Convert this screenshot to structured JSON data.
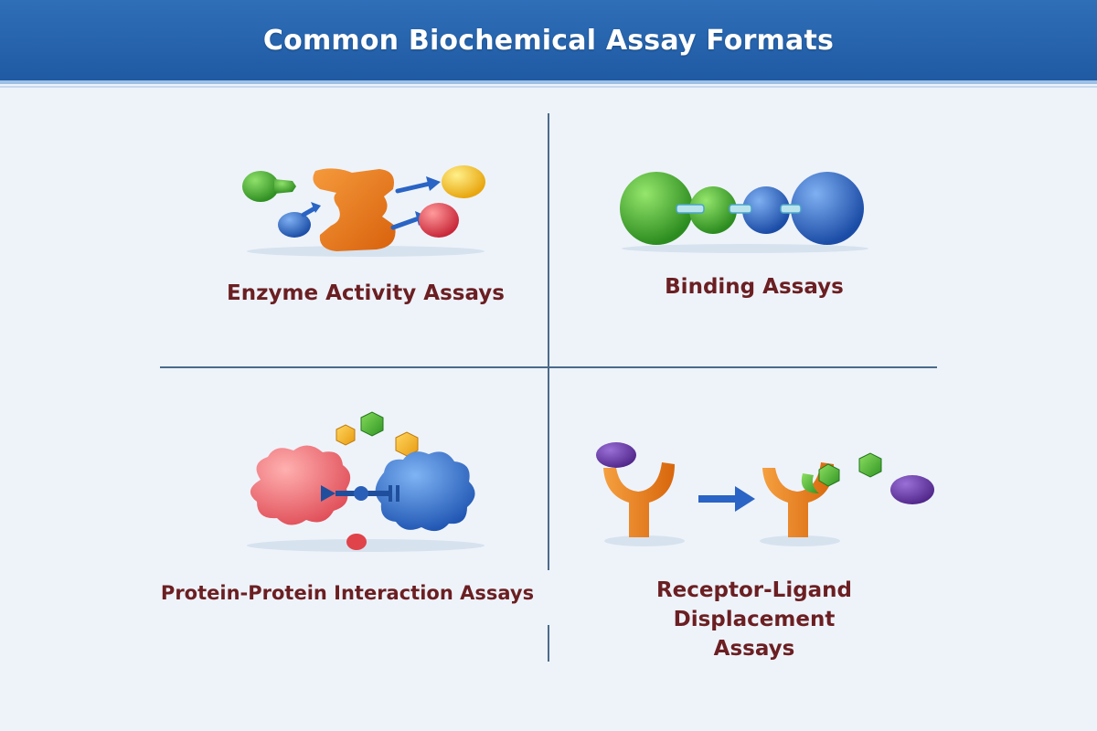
{
  "title": "Common Biochemical Assay Formats",
  "panels": {
    "enzyme": {
      "caption": "Enzyme Activity Assays",
      "icon": "enzyme-substrate-icon"
    },
    "binding": {
      "caption": "Binding Assays",
      "icon": "binding-chain-icon"
    },
    "ppi": {
      "caption": "Protein-Protein Interaction Assays",
      "icon": "protein-complex-icon"
    },
    "receptor": {
      "caption_line1": "Receptor-Ligand Displacement",
      "caption_line2": "Assays",
      "icon": "receptor-ligand-icon"
    }
  },
  "colors": {
    "header": "#1f5aa3",
    "caption": "#6b1f22",
    "divider": "#4a6b8a",
    "green": "#3aa32a",
    "blue": "#2a64c4",
    "orange": "#e8761a",
    "yellow": "#f4c21c",
    "red": "#e0434a",
    "pink": "#ef6f74",
    "purple": "#6a3aa8"
  }
}
